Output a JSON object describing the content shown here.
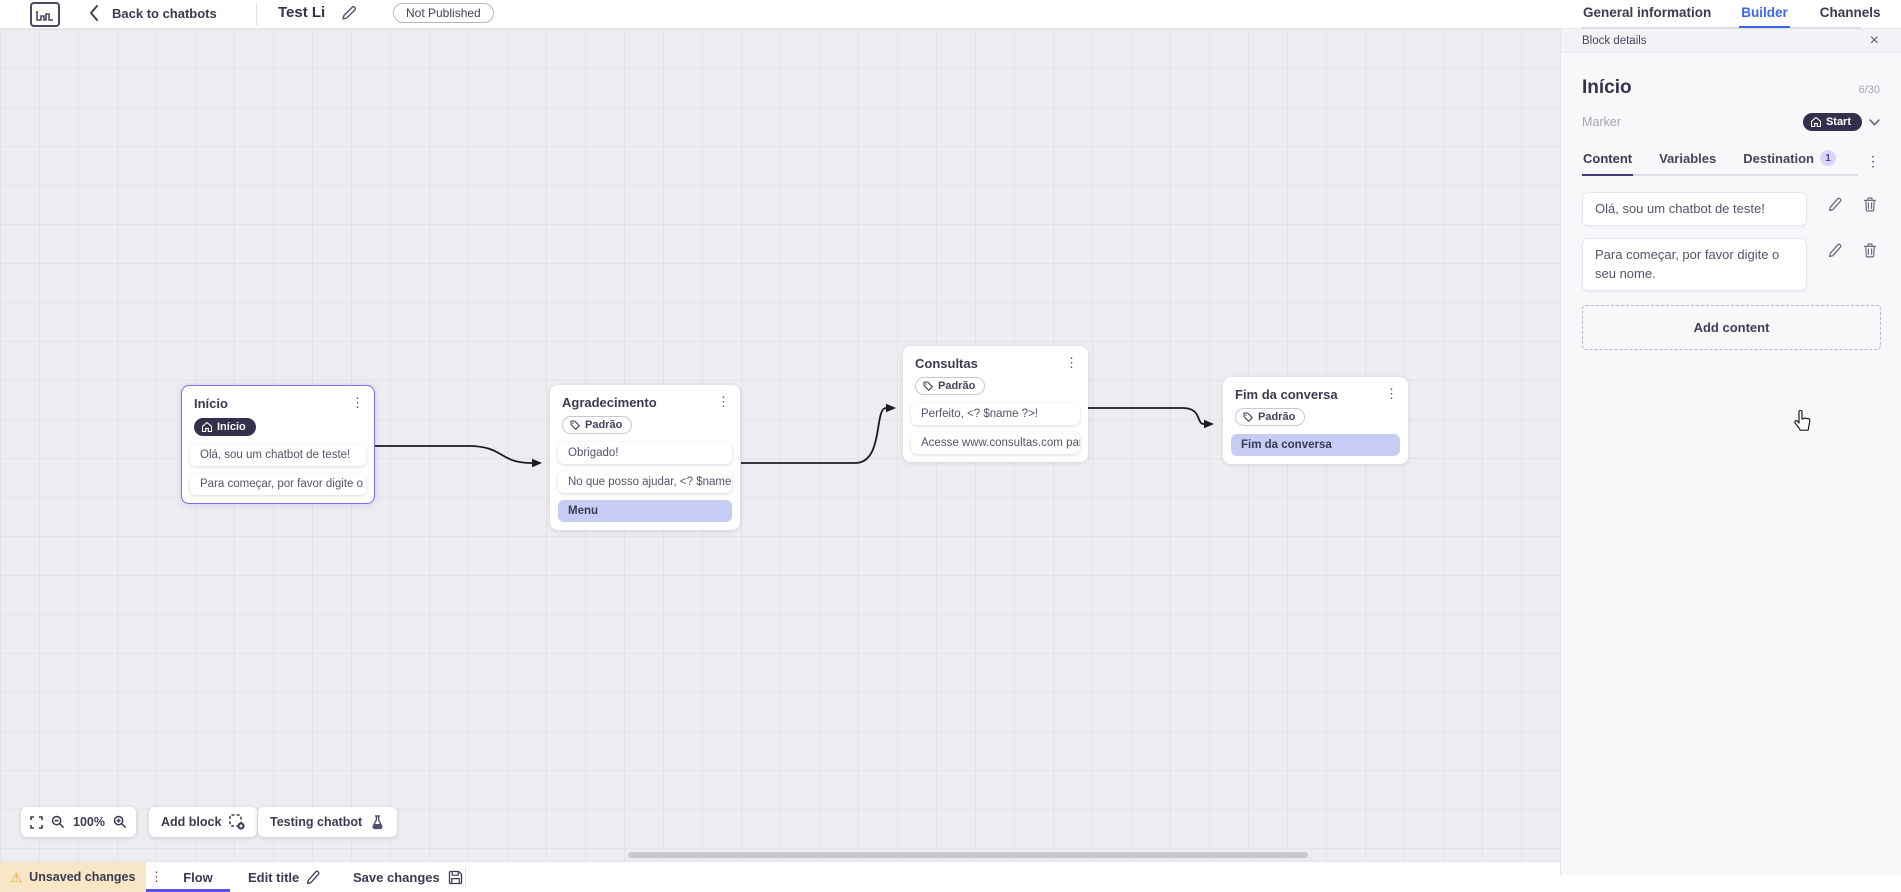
{
  "header": {
    "back_label": "Back to chatbots",
    "title": "Test Li",
    "status_badge": "Not Published",
    "tabs": [
      {
        "label": "General information",
        "active": false
      },
      {
        "label": "Builder",
        "active": true
      },
      {
        "label": "Channels",
        "active": false
      }
    ]
  },
  "panel": {
    "header_label": "Block details",
    "close_glyph": "×",
    "block_title": "Início",
    "counter": "6/30",
    "marker_label": "Marker",
    "marker_value": "Start",
    "tabs": [
      {
        "label": "Content",
        "active": true
      },
      {
        "label": "Variables",
        "active": false
      },
      {
        "label": "Destination",
        "active": false,
        "badge": "1"
      }
    ],
    "kebab_glyph": "⋮",
    "contents": [
      {
        "text": "Olá, sou um chatbot de teste!"
      },
      {
        "text": "Para começar, por favor digite o seu nome."
      }
    ],
    "add_content_label": "Add content"
  },
  "canvas": {
    "zoom_level": "100%",
    "add_block_label": "Add block",
    "testing_label": "Testing chatbot",
    "blocks": [
      {
        "title": "Início",
        "selected": true,
        "marker": "Início",
        "items": [
          {
            "text": "Olá, sou um chatbot de teste!"
          },
          {
            "text": "Para começar, por favor digite o ..."
          }
        ]
      },
      {
        "title": "Agradecimento",
        "tag": "Padrão",
        "items": [
          {
            "text": "Obrigado!"
          },
          {
            "text": "No que posso ajudar, <? $name ..."
          },
          {
            "text": "Menu",
            "highlight": true
          }
        ]
      },
      {
        "title": "Consultas",
        "tag": "Padrão",
        "items": [
          {
            "text": "Perfeito, <? $name ?>!"
          },
          {
            "text": "Acesse www.consultas.com par..."
          }
        ]
      },
      {
        "title": "Fim da conversa",
        "tag": "Padrão",
        "items": [
          {
            "text": "Fim da conversa",
            "highlight": true
          }
        ]
      }
    ],
    "kebab_glyph": "⋮"
  },
  "footer": {
    "unsaved_label": "Unsaved changes",
    "warning_glyph": "⚠",
    "flow_tab": "Flow",
    "edit_title_label": "Edit title",
    "save_label": "Save changes",
    "kebab_glyph": "⋮"
  },
  "colors": {
    "accent_blue": "#3c66f0",
    "flow_underline": "#5a50e8",
    "highlight_item": "#c7ccf5",
    "marker_pill": "#32304a",
    "selected_block_border": "#7b6cf0",
    "warning_bg": "#f8e7c6",
    "warning_icon": "#e0a33b",
    "canvas_bg": "#eeecf0"
  }
}
